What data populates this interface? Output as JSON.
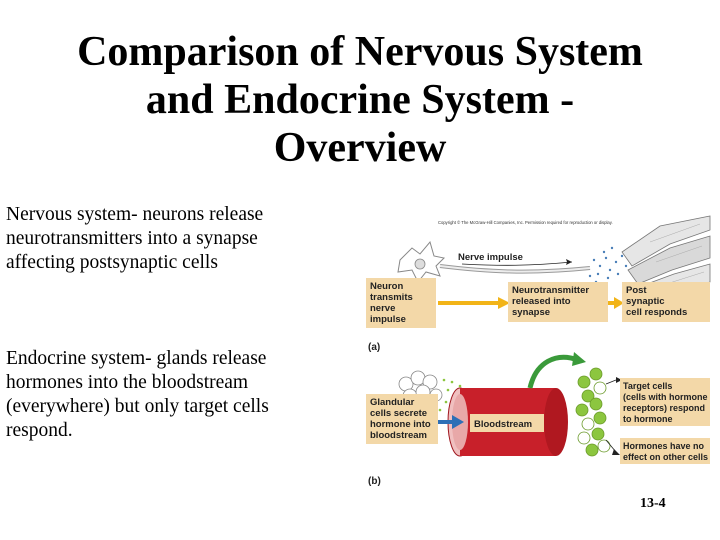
{
  "slide": {
    "title_lines": [
      "Comparison of Nervous System",
      "and Endocrine System -",
      "Overview"
    ],
    "nervous": {
      "term": "Nervous system-",
      "text_lines": [
        " neurons release",
        "neurotransmitters into a synapse",
        "affecting postsynaptic cells"
      ]
    },
    "endocrine": {
      "term": "Endocrine system-",
      "text_lines": [
        " glands release",
        "hormones into the bloodstream",
        "(everywhere) but only target cells",
        "respond."
      ]
    },
    "slide_number": "13-4"
  },
  "figure": {
    "copyright": "Copyright © The McGraw-Hill Companies, Inc. Permission required for reproduction or display.",
    "panel_a": {
      "label": "(a)",
      "nerve_impulse": "Nerve impulse",
      "neuron_box": [
        "Neuron",
        "transmits",
        "nerve",
        "impulse"
      ],
      "neurotransmitter_box": [
        "Neurotransmitter",
        "released into",
        "synapse"
      ],
      "post_box": [
        "Post",
        "synaptic",
        "cell responds"
      ]
    },
    "panel_b": {
      "label": "(b)",
      "gland_box": [
        "Glandular",
        "cells secrete",
        "hormone into",
        "bloodstream"
      ],
      "bloodstream": "Bloodstream",
      "target_box": [
        "Target cells",
        "(cells with hormone",
        "receptors) respond",
        "to hormone"
      ],
      "no_effect_box": [
        "Hormones have no",
        "effect on other cells"
      ]
    },
    "colors": {
      "tan_box": "#f3d8a8",
      "arrow_yellow": "#f2b418",
      "arrow_blue": "#2e6fb6",
      "vessel_red": "#c8202a",
      "cell_green": "#8cc63f"
    }
  }
}
